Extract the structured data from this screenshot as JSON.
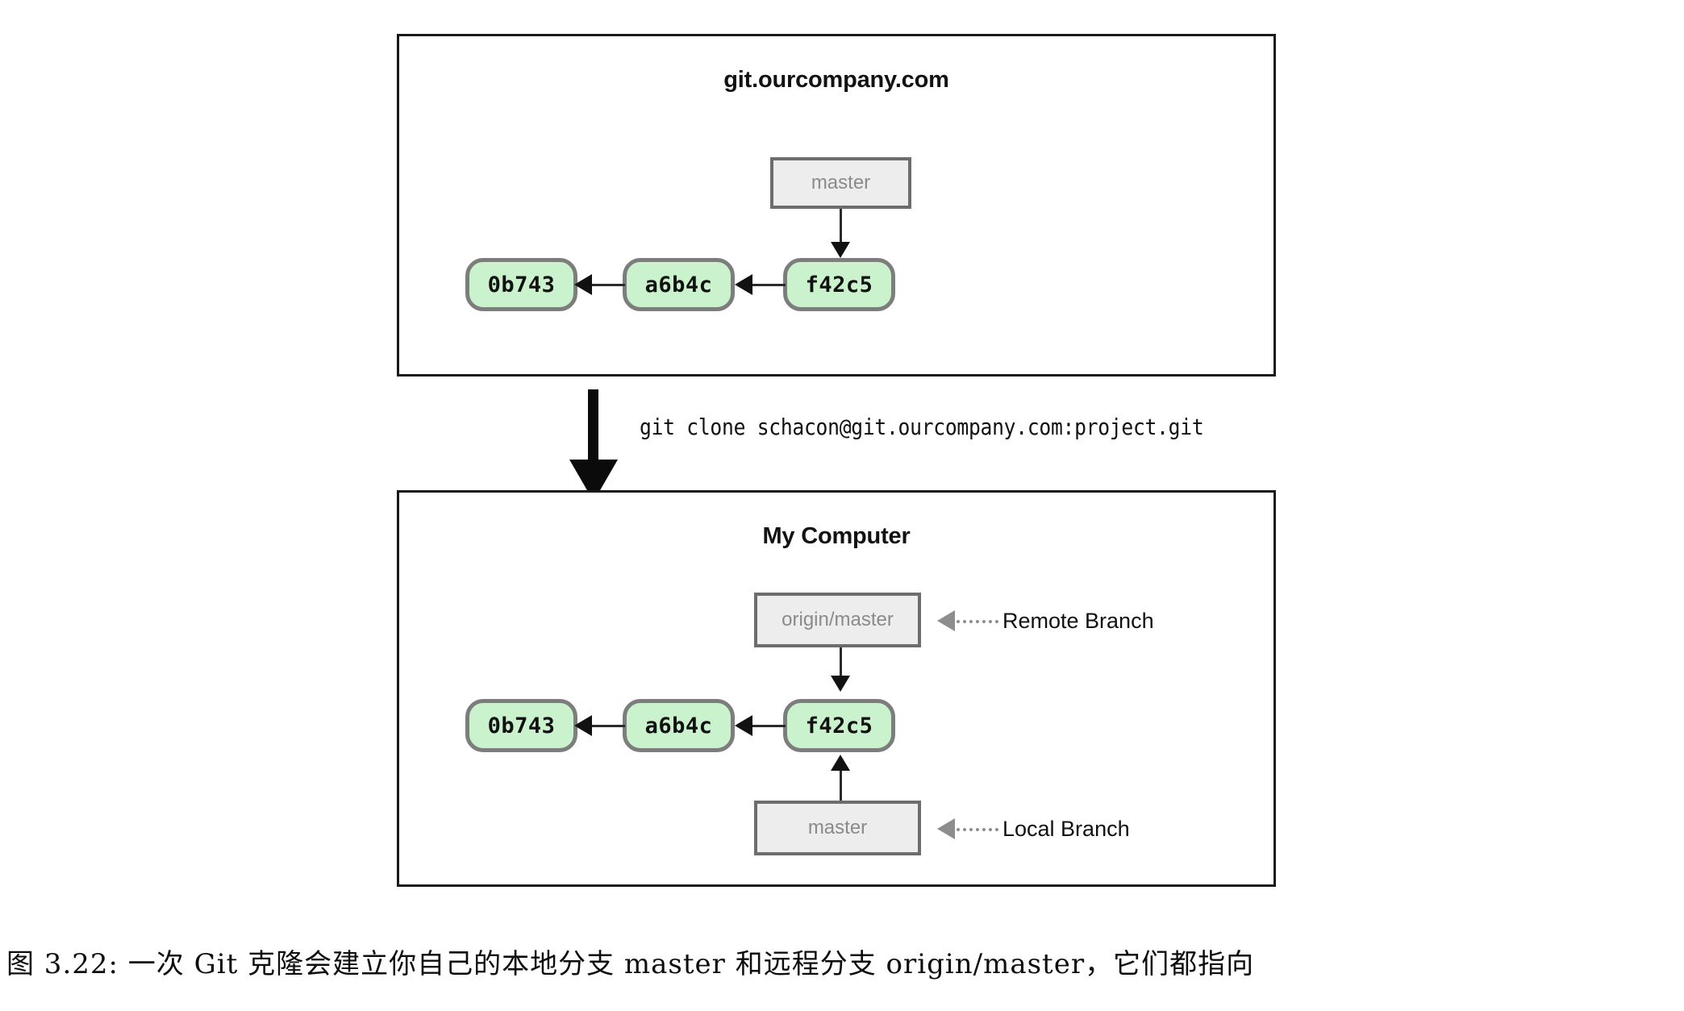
{
  "figure": {
    "caption": "图  3.22: 一次 Git 克隆会建立你自己的本地分支 master 和远程分支 origin/master，它们都指向"
  },
  "colors": {
    "commit_fill": "#c9f2cd",
    "commit_border": "#7d7d7d",
    "branch_fill": "#ededed",
    "branch_border": "#6d6d6d",
    "branch_text": "#8a8a8a",
    "panel_border": "#1a1a1a",
    "annotation_gray": "#8d8d8d",
    "arrow_black": "#111111"
  },
  "remote_panel": {
    "title": "git.ourcompany.com",
    "branch_label": "master",
    "commits": [
      {
        "sha": "0b743"
      },
      {
        "sha": "a6b4c"
      },
      {
        "sha": "f42c5"
      }
    ]
  },
  "clone_step": {
    "command": "git clone schacon@git.ourcompany.com:project.git",
    "arrow": "down-arrow-icon"
  },
  "local_panel": {
    "title": "My Computer",
    "remote_branch_label": "origin/master",
    "local_branch_label": "master",
    "annotations": {
      "remote": "Remote Branch",
      "local": "Local Branch"
    },
    "commits": [
      {
        "sha": "0b743"
      },
      {
        "sha": "a6b4c"
      },
      {
        "sha": "f42c5"
      }
    ]
  }
}
